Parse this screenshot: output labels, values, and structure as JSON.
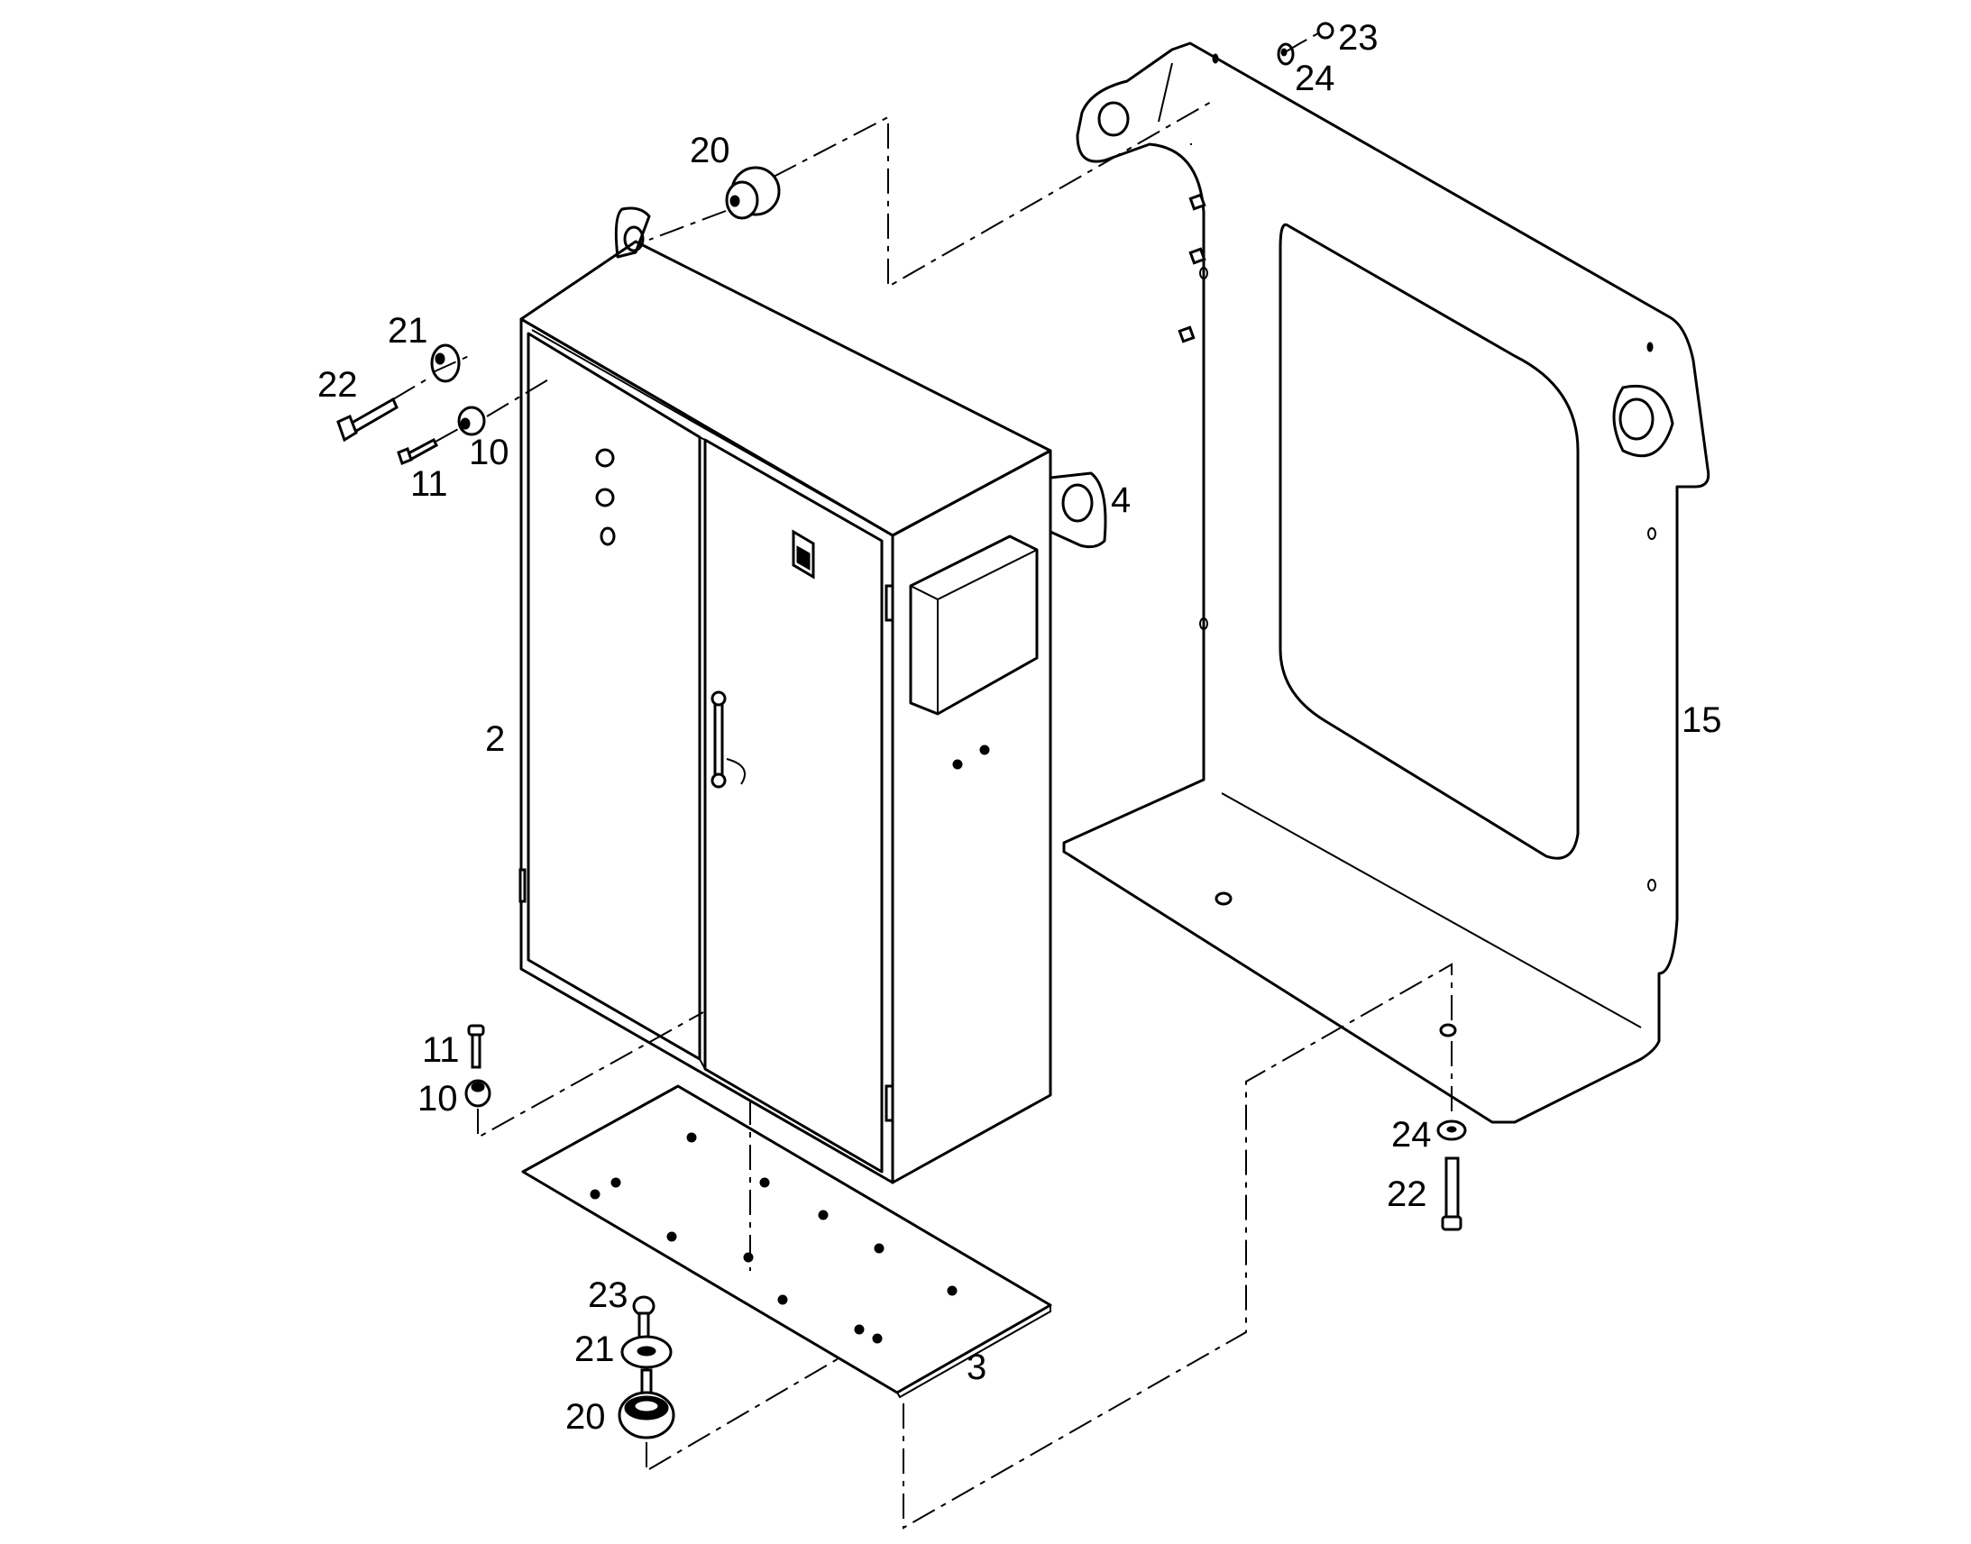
{
  "callouts": {
    "c_20_top": "20",
    "c_21_top": "21",
    "c_22_top": "22",
    "c_10_top": "10",
    "c_11_top": "11",
    "c_2": "2",
    "c_4": "4",
    "c_23_top": "23",
    "c_24_top": "24",
    "c_15": "15",
    "c_11_bot": "11",
    "c_10_bot": "10",
    "c_24_bot": "24",
    "c_22_bot": "22",
    "c_23_bot": "23",
    "c_21_bot": "21",
    "c_20_bot": "20",
    "c_3": "3"
  },
  "colors": {
    "line": "#000000",
    "background": "#ffffff"
  }
}
